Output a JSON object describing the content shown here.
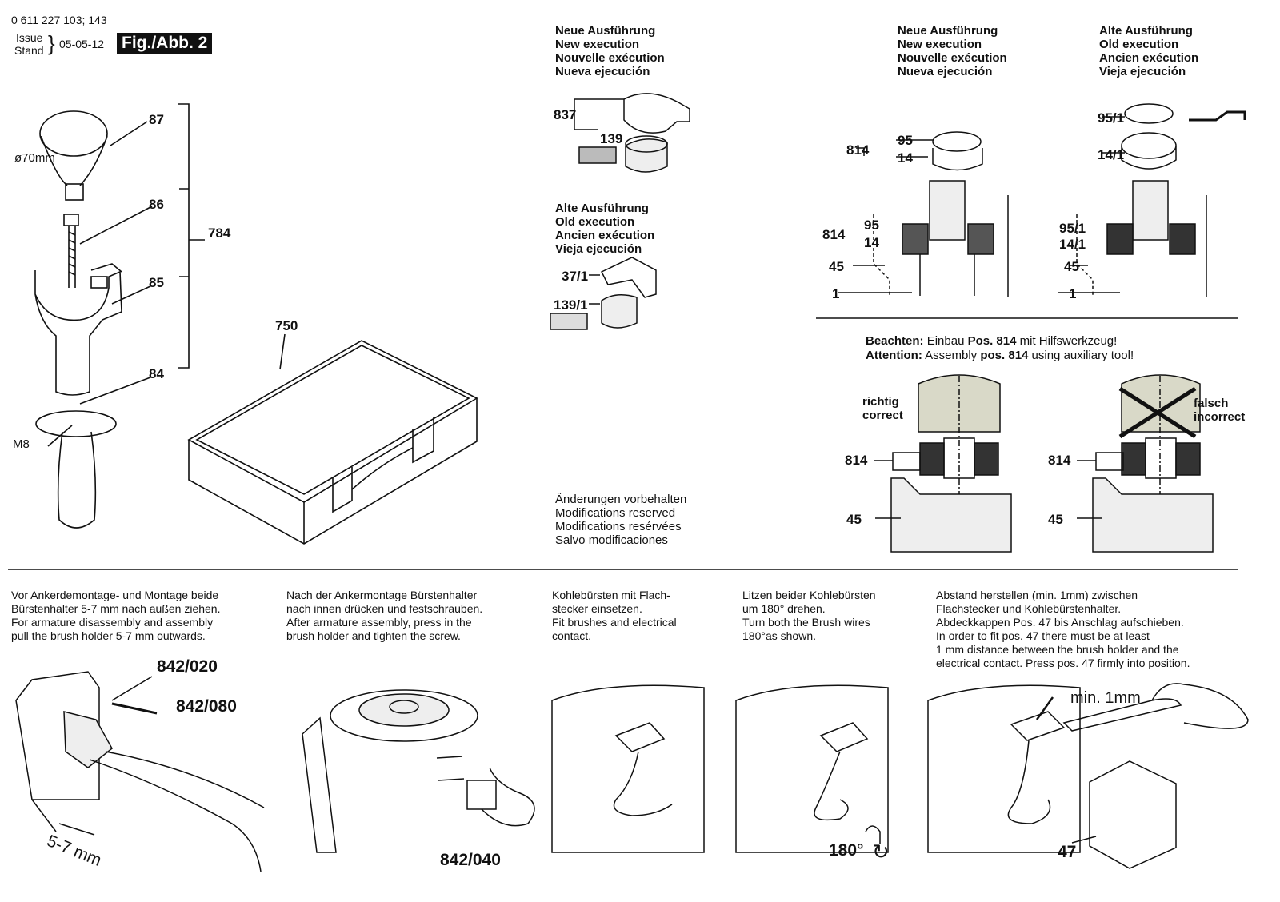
{
  "header": {
    "part_number": "0 611 227 103; 143",
    "issue_label": "Issue",
    "stand_label": "Stand",
    "date": "05-05-12",
    "figure": "Fig./Abb. 2"
  },
  "handle_group": {
    "parts": [
      "87",
      "86",
      "85",
      "84",
      "784"
    ],
    "diameter": "ø70mm",
    "thread": "M8"
  },
  "case": {
    "part": "750"
  },
  "new_exec_heading": [
    "Neue Ausführung",
    "New execution",
    "Nouvelle exécution",
    "Nueva ejecución"
  ],
  "old_exec_heading": [
    "Alte Ausführung",
    "Old execution",
    "Ancien exécution",
    "Vieja ejecución"
  ],
  "new_exec_parts": [
    "837",
    "139"
  ],
  "old_exec_parts": [
    "37/1",
    "139/1"
  ],
  "modifications": [
    "Änderungen vorbehalten",
    "Modifications reserved",
    "Modifications resérvées",
    "Salvo modificaciones"
  ],
  "bearing_new_heading": [
    "Neue Ausführung",
    "New execution",
    "Nouvelle exécution",
    "Nueva ejecución"
  ],
  "bearing_old_heading": [
    "Alte Ausführung",
    "Old execution",
    "Ancien exécution",
    "Vieja ejecución"
  ],
  "bearing_new_labels": {
    "a": "95",
    "b": "14",
    "group": "814",
    "c": "95",
    "d": "14",
    "group2": "814",
    "e": "45",
    "f": "1"
  },
  "bearing_old_labels": {
    "a": "95/1",
    "b": "14/1",
    "c": "95/1",
    "d": "14/1",
    "e": "45",
    "f": "1"
  },
  "attention": {
    "de_label": "Beachten:",
    "de_text_pre": "Einbau ",
    "de_pos": "Pos. 814",
    "de_text_post": " mit Hilfswerkzeug!",
    "en_label": "Attention:",
    "en_text_pre": "Assembly ",
    "en_pos": "pos. 814",
    "en_text_post": " using auxiliary tool!",
    "correct_de": "richtig",
    "correct_en": "correct",
    "false_de": "falsch",
    "false_en": "incorrect",
    "part_814": "814",
    "part_45": "45"
  },
  "steps": [
    {
      "lines": [
        "Vor Ankerdemontage- und Montage beide",
        "Bürstenhalter 5-7 mm nach außen ziehen.",
        "For armature disassembly and assembly",
        "pull the brush holder 5-7 mm outwards."
      ]
    },
    {
      "lines": [
        "Nach der Ankermontage Bürstenhalter",
        "nach innen drücken und festschrauben.",
        "After armature assembly, press in the",
        "brush holder and tighten the screw."
      ]
    },
    {
      "lines": [
        "Kohlebürsten mit Flach-",
        "stecker einsetzen.",
        "Fit brushes and electrical",
        "contact."
      ]
    },
    {
      "lines": [
        "Litzen beider Kohlebürsten",
        "um 180° drehen.",
        "Turn both the Brush wires",
        "180°as shown."
      ]
    },
    {
      "lines": [
        "Abstand herstellen (min. 1mm) zwischen",
        "Flachstecker und Kohlebürstenhalter.",
        "Abdeckkappen Pos. 47 bis Anschlag aufschieben.",
        "In order to fit pos. 47 there must be at least",
        "1 mm distance between the brush holder and the",
        "electrical contact. Press pos. 47 firmly into position."
      ]
    }
  ],
  "step_labels": {
    "screw_a": "842/020",
    "screw_b": "842/080",
    "gap": "5-7 mm",
    "brush": "842/040",
    "rotate": "180°",
    "min": "min. 1mm",
    "cap": "47"
  }
}
